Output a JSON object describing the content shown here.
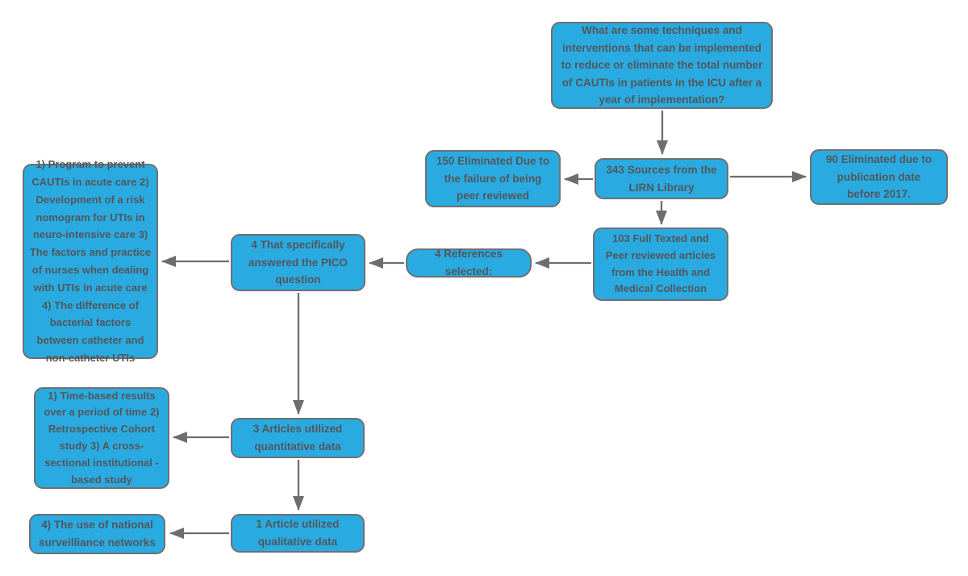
{
  "diagram": {
    "type": "flowchart",
    "colors": {
      "node_fill": "#29ABE2",
      "node_border": "#6E7072",
      "text": "#54565A",
      "arrow": "#6D6E71",
      "background": "#FFFFFF"
    },
    "nodes": {
      "question": {
        "label": "What are some techniques and interventions that can be implemented to reduce or eliminate the total number of CAUTIs in patients in the ICU after a year of implementation?"
      },
      "sources": {
        "label": "343 Sources from the LIRN Library"
      },
      "elim150": {
        "label": "150 Eliminated Due to the failure of being peer reviewed"
      },
      "elim90": {
        "label": "90 Eliminated due to publication date before 2017."
      },
      "full103": {
        "label": "103 Full Texted and Peer reviewed articles from the Health and Medical Collection"
      },
      "refs4": {
        "label": "4 References selected:"
      },
      "pico": {
        "label": "4 That specifically answered the PICO question"
      },
      "list_pico": {
        "label": "1) Program to prevent CAUTIs in acute care 2) Development of a risk nomogram for UTIs in neuro-intensive care 3) The factors and practice of nurses when dealing with UTIs in acute care 4) The difference of bacterial factors between catheter and non-catheter UTIs"
      },
      "quant": {
        "label": "3 Articles utilized quantitative data"
      },
      "list_quant": {
        "label": "1) Time-based results over a period of time 2) Retrospective Cohort study 3) A cross-sectional institutional - based study"
      },
      "qual": {
        "label": "1 Article utilized qualitative data"
      },
      "list_qual": {
        "label": "4) The use of national surveilliance networks"
      }
    },
    "edges": [
      {
        "from": "question",
        "to": "sources"
      },
      {
        "from": "sources",
        "to": "elim150"
      },
      {
        "from": "sources",
        "to": "elim90"
      },
      {
        "from": "sources",
        "to": "full103"
      },
      {
        "from": "full103",
        "to": "refs4"
      },
      {
        "from": "refs4",
        "to": "pico"
      },
      {
        "from": "pico",
        "to": "list_pico"
      },
      {
        "from": "pico",
        "to": "quant"
      },
      {
        "from": "quant",
        "to": "list_quant"
      },
      {
        "from": "quant",
        "to": "qual"
      },
      {
        "from": "qual",
        "to": "list_qual"
      }
    ]
  }
}
